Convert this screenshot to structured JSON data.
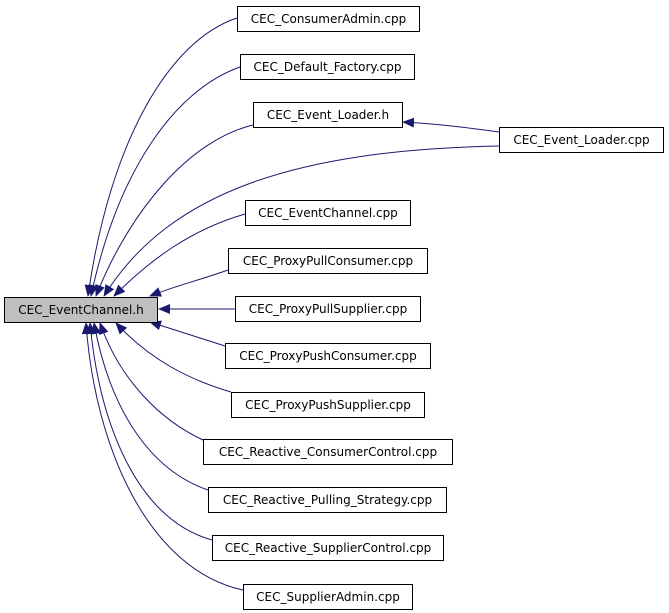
{
  "root": "CEC_EventChannel.h",
  "intermediate": "CEC_Event_Loader.h",
  "leaf_right": "CEC_Event_Loader.cpp",
  "includers": [
    "CEC_ConsumerAdmin.cpp",
    "CEC_Default_Factory.cpp",
    "CEC_EventChannel.cpp",
    "CEC_ProxyPullConsumer.cpp",
    "CEC_ProxyPullSupplier.cpp",
    "CEC_ProxyPushConsumer.cpp",
    "CEC_ProxyPushSupplier.cpp",
    "CEC_Reactive_ConsumerControl.cpp",
    "CEC_Reactive_Pulling_Strategy.cpp",
    "CEC_Reactive_SupplierControl.cpp",
    "CEC_SupplierAdmin.cpp"
  ],
  "colors": {
    "edge": "#191970",
    "root_fill": "#bfbfbf",
    "node_fill": "#ffffff",
    "border": "#000000"
  }
}
